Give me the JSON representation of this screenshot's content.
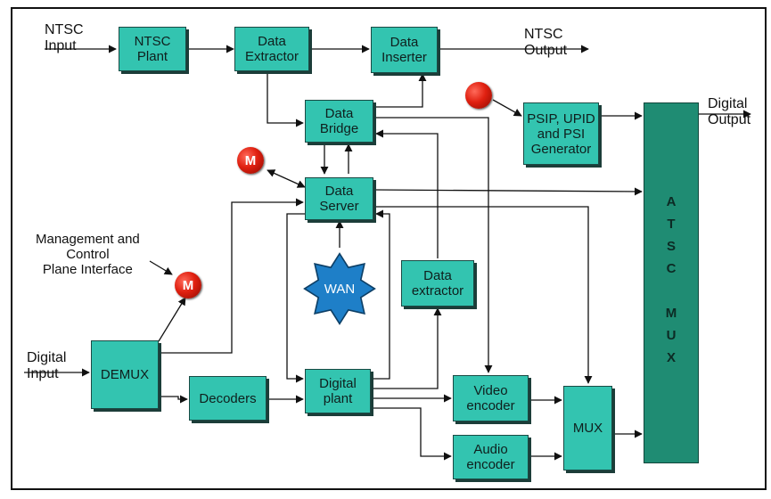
{
  "io": {
    "ntsc_input": "NTSC\nInput",
    "ntsc_output": "NTSC\nOutput",
    "digital_input": "Digital\nInput",
    "digital_output": "Digital\nOutput",
    "mgmt_interface": "Management and\nControl\nPlane Interface"
  },
  "blocks": {
    "ntsc_plant": "NTSC\nPlant",
    "data_extractor_top": "Data\nExtractor",
    "data_inserter": "Data\nInserter",
    "data_bridge": "Data\nBridge",
    "psip_generator": "PSIP, UPID\nand PSI\nGenerator",
    "data_server": "Data\nServer",
    "wan": "WAN",
    "data_extractor_mid": "Data\nextractor",
    "demux": "DEMUX",
    "decoders": "Decoders",
    "digital_plant": "Digital\nplant",
    "video_encoder": "Video\nencoder",
    "audio_encoder": "Audio\nencoder",
    "mux": "MUX",
    "atsc_mux": "ATSC MUX"
  },
  "markers": {
    "m_label": "M"
  },
  "colors": {
    "block_fill": "#33c4b0",
    "atsc_fill": "#1f8c73",
    "wan_fill": "#1e7fc8",
    "marker_fill": "#e02010"
  }
}
